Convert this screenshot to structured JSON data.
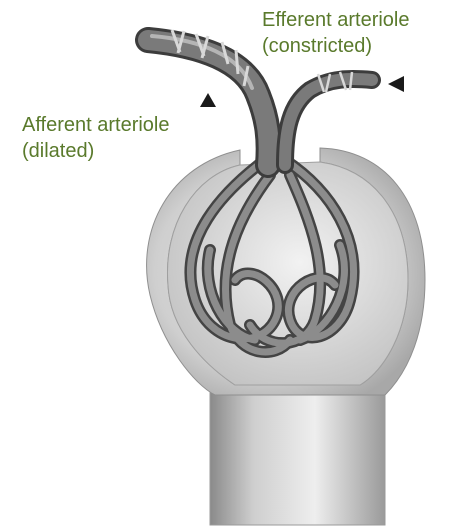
{
  "labels": {
    "efferent_line1": "Efferent arteriole",
    "efferent_line2": "(constricted)",
    "afferent_line1": "Afferent arteriole",
    "afferent_line2": "(dilated)"
  },
  "colors": {
    "label_text": "#5a7a2c",
    "arrow": "#1a1a1a",
    "capsule_outer": "#b3b3b3",
    "capsule_inner": "#d8d8d8",
    "vessel": "#6e6e6e",
    "vessel_stroke": "#3c3c3c"
  }
}
